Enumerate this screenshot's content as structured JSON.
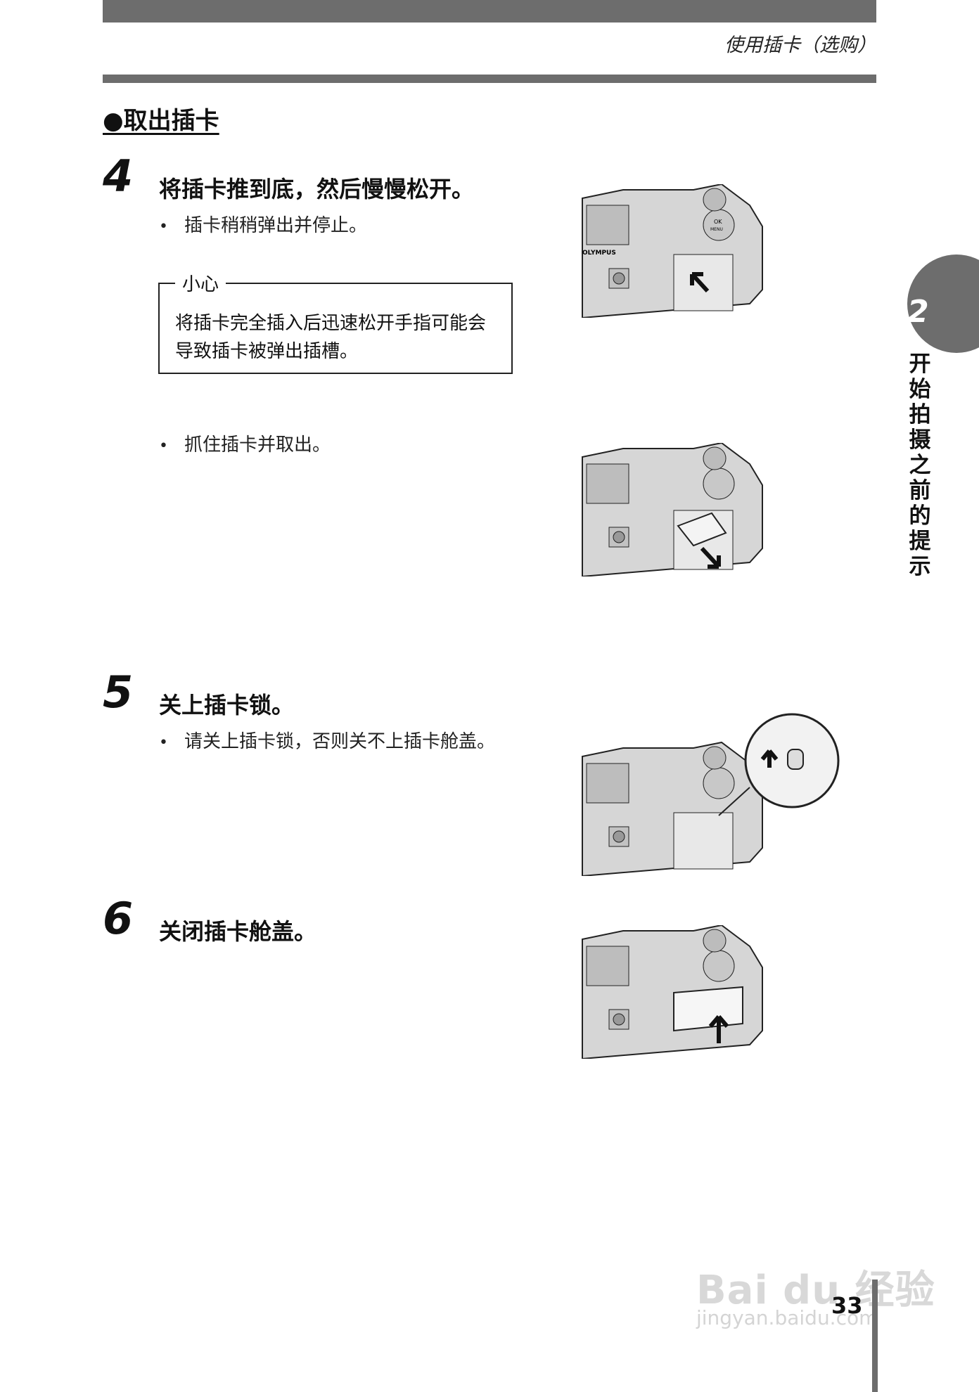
{
  "header": {
    "title": "使用插卡（选购）"
  },
  "section": {
    "title": "●取出插卡"
  },
  "steps": [
    {
      "number": "4",
      "title": "将插卡推到底，然后慢慢松开。",
      "bullets": [
        "插卡稍稍弹出并停止。",
        "抓住插卡并取出。"
      ]
    },
    {
      "number": "5",
      "title": "关上插卡锁。",
      "bullets": [
        "请关上插卡锁，否则关不上插卡舱盖。"
      ]
    },
    {
      "number": "6",
      "title": "关闭插卡舱盖。",
      "bullets": []
    }
  ],
  "caution": {
    "label": "小心",
    "text": "将插卡完全插入后迅速松开手指可能会导致插卡被弹出插槽。"
  },
  "sidebar": {
    "chapter_number": "2",
    "chapter_title": "开始拍摄之前的提示"
  },
  "camera": {
    "brand": "OLYMPUS",
    "ok_label": "OK",
    "menu_label": "MENU"
  },
  "page_number": "33",
  "watermark": {
    "text": "Bai du 经验",
    "sub": "jingyan.baidu.com"
  }
}
